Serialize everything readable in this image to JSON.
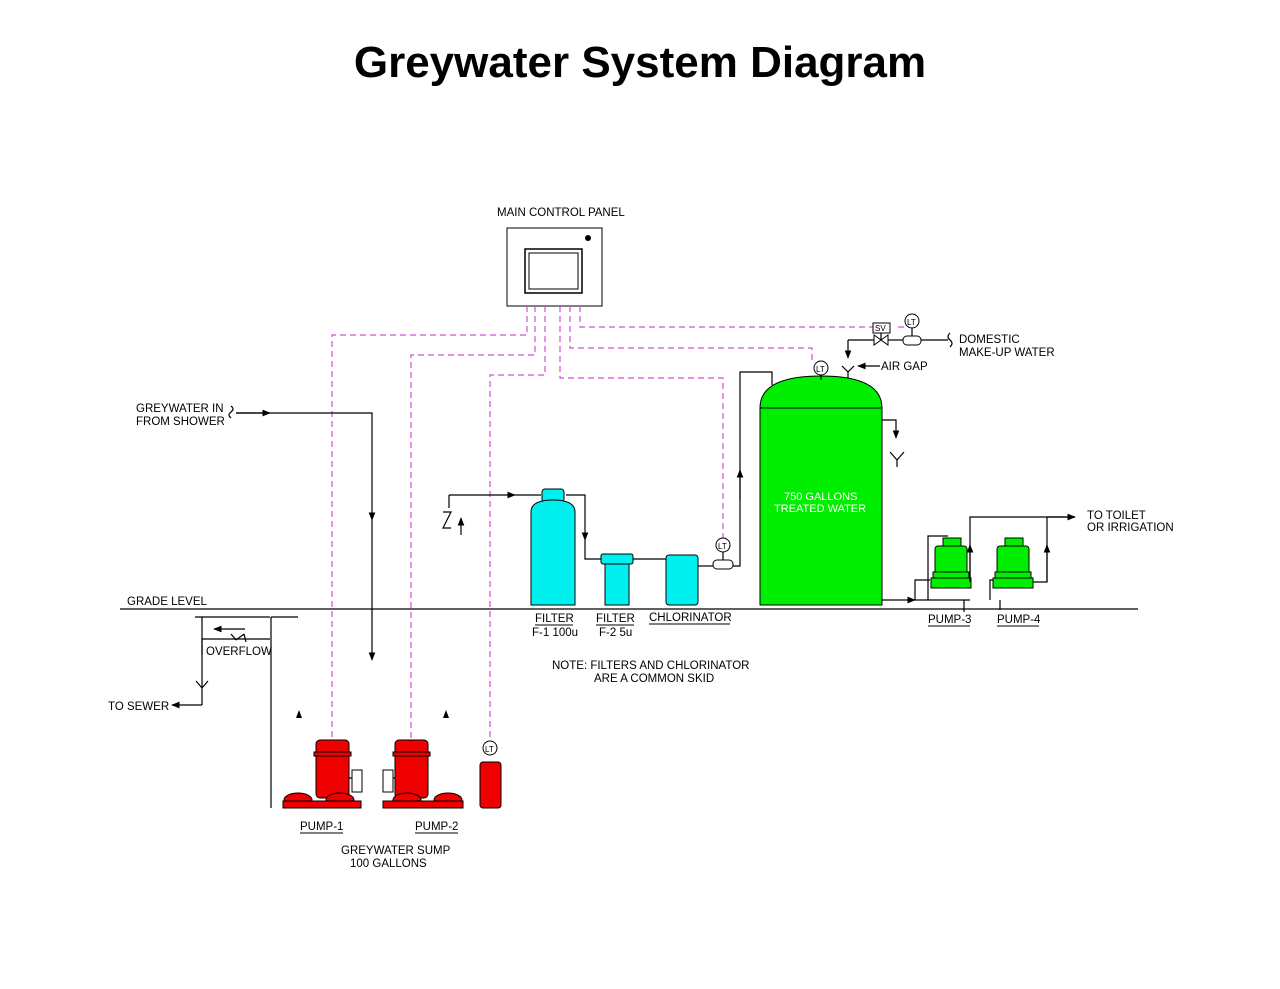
{
  "title": "Greywater System Diagram",
  "labels": {
    "control_panel": "MAIN CONTROL PANEL",
    "greywater_in_1": "GREYWATER IN",
    "greywater_in_2": "FROM SHOWER",
    "domestic_1": "DOMESTIC",
    "domestic_2": "MAKE-UP WATER",
    "air_gap": "AIR GAP",
    "tank_1": "750 GALLONS",
    "tank_2": "TREATED WATER",
    "to_toilet_1": "TO TOILET",
    "to_toilet_2": "OR IRRIGATION",
    "grade_level": "GRADE LEVEL",
    "filter1_name": "FILTER",
    "filter1_spec": "F-1 100u",
    "filter2_name": "FILTER",
    "filter2_spec": "F-2 5u",
    "chlorinator": "CHLORINATOR",
    "note_1": "NOTE:  FILTERS AND CHLORINATOR",
    "note_2": "ARE A COMMON SKID",
    "overflow": "OVERFLOW",
    "to_sewer": "TO SEWER",
    "pump1": "PUMP-1",
    "pump2": "PUMP-2",
    "pump3": "PUMP-3",
    "pump4": "PUMP-4",
    "sump_1": "GREYWATER SUMP",
    "sump_2": "100 GALLONS",
    "lt": "LT",
    "sv": "SV"
  },
  "colors": {
    "signal_line": "#d24fd2",
    "treated_tank": "#00ee00",
    "filter_equipment": "#00f0f0",
    "sump_pumps": "#ee0000",
    "booster_pumps": "#00ee00"
  }
}
